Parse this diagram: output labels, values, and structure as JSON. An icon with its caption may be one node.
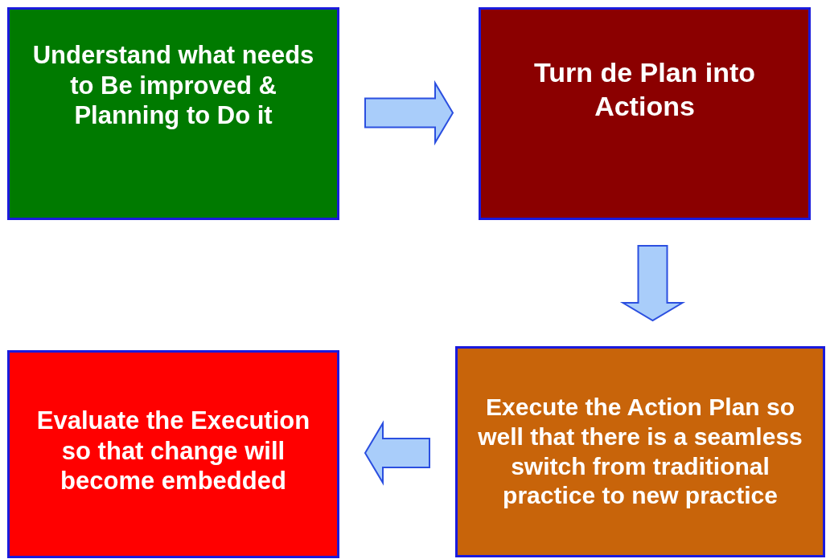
{
  "diagram": {
    "nodes": [
      {
        "text": [
          "Understand what needs to Be improved & Planning to Do it"
        ]
      },
      {
        "text": [
          "Turn de Plan into Actions"
        ]
      },
      {
        "text": [
          "Execute the Action Plan so well that there is a seamless switch from traditional practice to new practice"
        ]
      },
      {
        "text": [
          "Evaluate the Execution so that change will become embedded"
        ]
      }
    ],
    "edges": [
      {
        "from": 0,
        "to": 1,
        "arrow": "to"
      },
      {
        "from": 1,
        "to": 2,
        "arrow": "to"
      },
      {
        "from": 2,
        "to": 3,
        "arrow": "to"
      }
    ]
  }
}
